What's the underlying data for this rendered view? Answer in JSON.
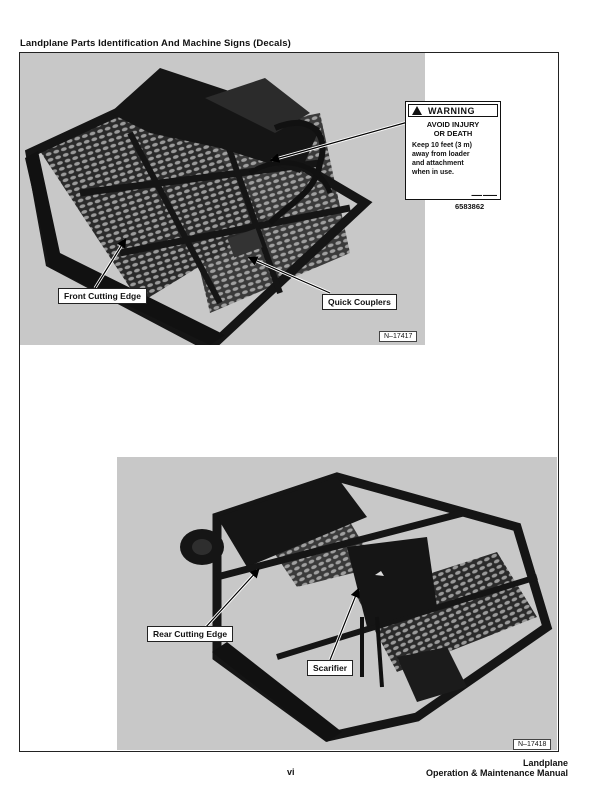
{
  "page": {
    "title": "Landplane Parts Identification And Machine Signs (Decals)",
    "page_number": "vi",
    "footer_title_line1": "Landplane",
    "footer_title_line2": "Operation & Maintenance Manual"
  },
  "figure1": {
    "figure_id": "N–17417",
    "callouts": {
      "front_cutting_edge": "Front Cutting Edge",
      "quick_couplers": "Quick Couplers"
    },
    "decal": {
      "header": "WARNING",
      "subtitle_line1": "AVOID INJURY",
      "subtitle_line2": "OR DEATH",
      "body_line1": "Keep 10 feet (3 m)",
      "body_line2": "away  from  loader",
      "body_line3": "and     attachment",
      "body_line4": "when in use.",
      "number": "6583862"
    }
  },
  "figure2": {
    "figure_id": "N–17418",
    "callouts": {
      "rear_cutting_edge": "Rear Cutting Edge",
      "scarifier": "Scarifier"
    }
  },
  "colors": {
    "photo_background": "#c8c8c8",
    "machine_black": "#151515",
    "page_background": "#ffffff"
  }
}
